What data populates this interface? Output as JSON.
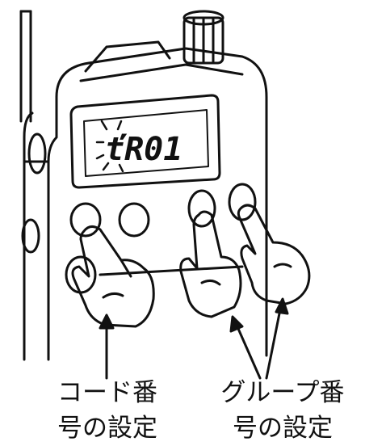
{
  "display": {
    "lcd_text": "ťR01"
  },
  "captions": {
    "code_setting_line1": "コード番",
    "code_setting_line2": "号の設定",
    "group_setting_line1": "グループ番",
    "group_setting_line2": "号の設定"
  },
  "colors": {
    "ink": "#111111",
    "paper": "#ffffff"
  }
}
